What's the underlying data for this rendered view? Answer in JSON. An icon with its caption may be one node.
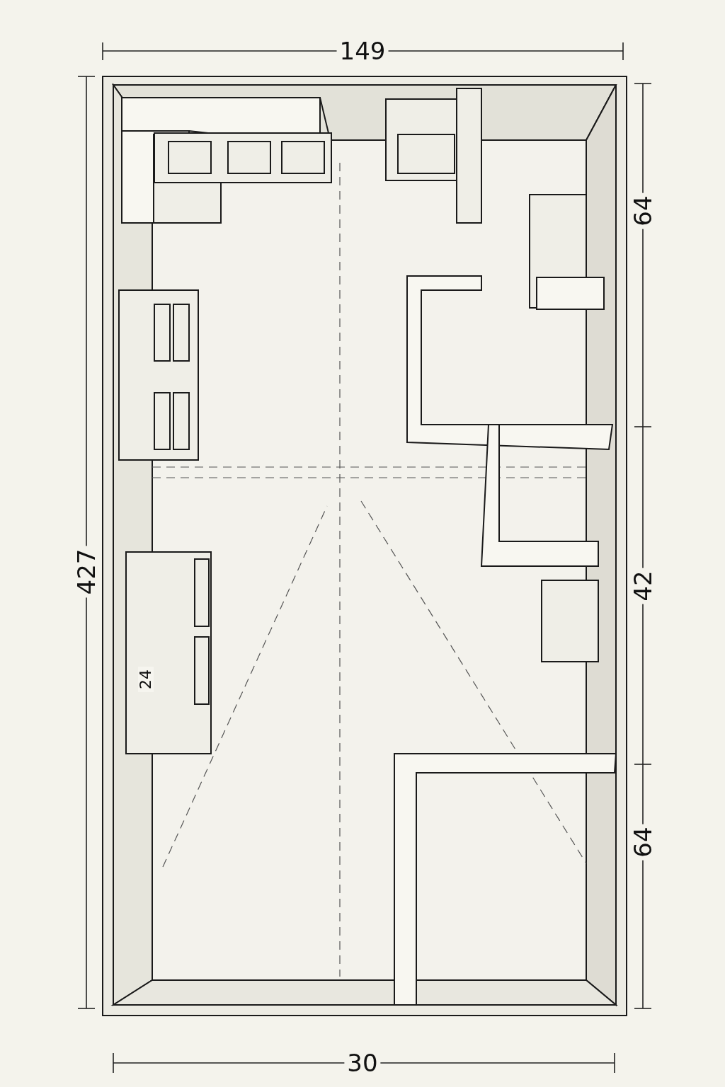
{
  "diagram": {
    "labels": [
      "149",
      "64",
      "42",
      "64",
      "427",
      "24",
      "30"
    ]
  }
}
